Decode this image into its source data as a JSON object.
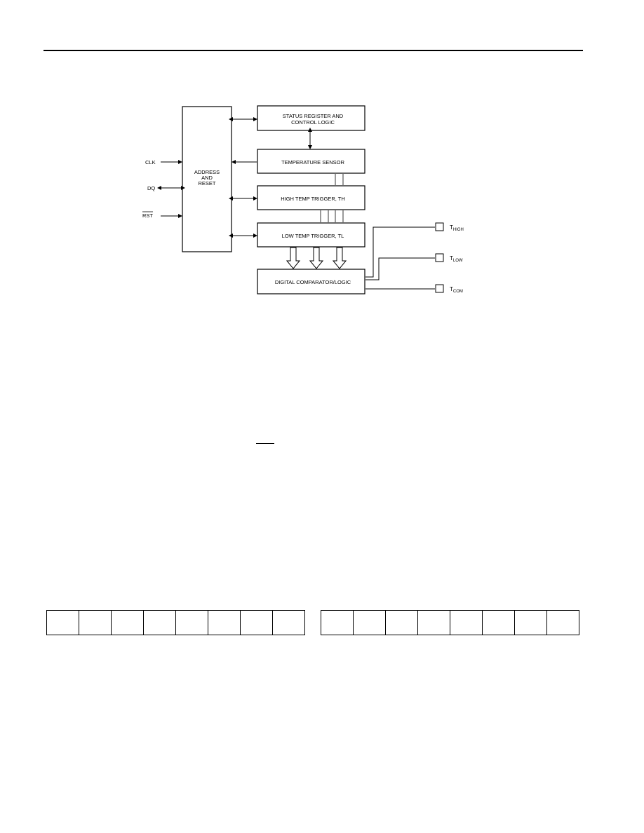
{
  "diagram": {
    "address_reset": {
      "line1": "ADDRESS",
      "line2": "AND",
      "line3": "RESET"
    },
    "status_register": {
      "line1": "STATUS REGISTER AND",
      "line2": "CONTROL LOGIC"
    },
    "temperature_sensor": "TEMPERATURE SENSOR",
    "high_temp_trigger": "HIGH TEMP TRIGGER, TH",
    "low_temp_trigger": "LOW TEMP TRIGGER, TL",
    "digital_comparator": "DIGITAL COMPARATOR/LOGIC",
    "inputs": {
      "clk": "CLK",
      "dq": "DQ",
      "rst": "RST"
    },
    "outputs": {
      "t_high": {
        "main": "T",
        "sub": "HIGH"
      },
      "t_low": {
        "main": "T",
        "sub": "LOW"
      },
      "t_com": {
        "main": "T",
        "sub": "COM"
      }
    }
  },
  "register_cells": {
    "left_count": 8,
    "right_count": 8
  }
}
